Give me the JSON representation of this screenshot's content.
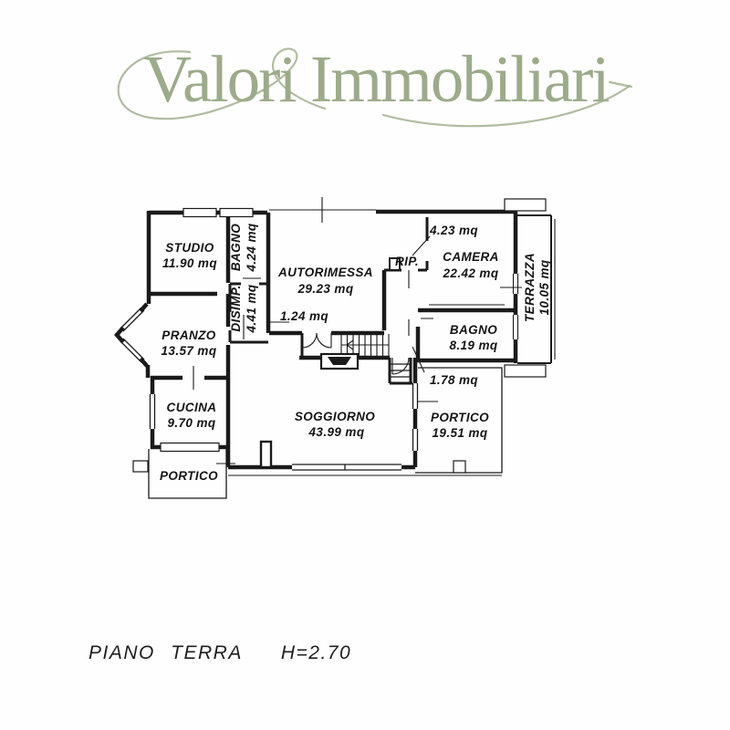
{
  "brand": {
    "name": "Valori Immobiliari"
  },
  "plan": {
    "rooms": [
      {
        "id": "studio",
        "label": "STUDIO",
        "area": "11.90 mq"
      },
      {
        "id": "bagno-1",
        "label": "BAGNO",
        "area": "4.24 mq"
      },
      {
        "id": "disimpegno",
        "label": "DISIMP.",
        "area": "4.41 mq"
      },
      {
        "id": "autorimessa",
        "label": "AUTORIMESSA",
        "area": "29.23 mq"
      },
      {
        "id": "ripostiglio",
        "label": "RIP.",
        "area": "4.23 mq"
      },
      {
        "id": "camera",
        "label": "CAMERA",
        "area": "22.42 mq"
      },
      {
        "id": "terrazza",
        "label": "TERRAZZA",
        "area": "10.05 mq"
      },
      {
        "id": "bagno-2",
        "label": "BAGNO",
        "area": "8.19 mq"
      },
      {
        "id": "pranzo",
        "label": "PRANZO",
        "area": "13.57 mq"
      },
      {
        "id": "cucina",
        "label": "CUCINA",
        "area": "9.70 mq"
      },
      {
        "id": "soggiorno",
        "label": "SOGGIORNO",
        "area": "43.99 mq"
      },
      {
        "id": "portico-est",
        "label": "PORTICO",
        "area": "19.51 mq"
      },
      {
        "id": "portico-ovest",
        "label": "PORTICO"
      }
    ],
    "passages": [
      {
        "id": "passage-1",
        "area": "1.24 mq"
      },
      {
        "id": "passage-2",
        "area": "1.78 mq"
      }
    ]
  },
  "caption": {
    "floor": "PIANO TERRA",
    "height": "H=2.70"
  },
  "colors": {
    "brand_green": "#9cab8a",
    "ink": "#1a1a1a",
    "paper": "#ffffff"
  }
}
